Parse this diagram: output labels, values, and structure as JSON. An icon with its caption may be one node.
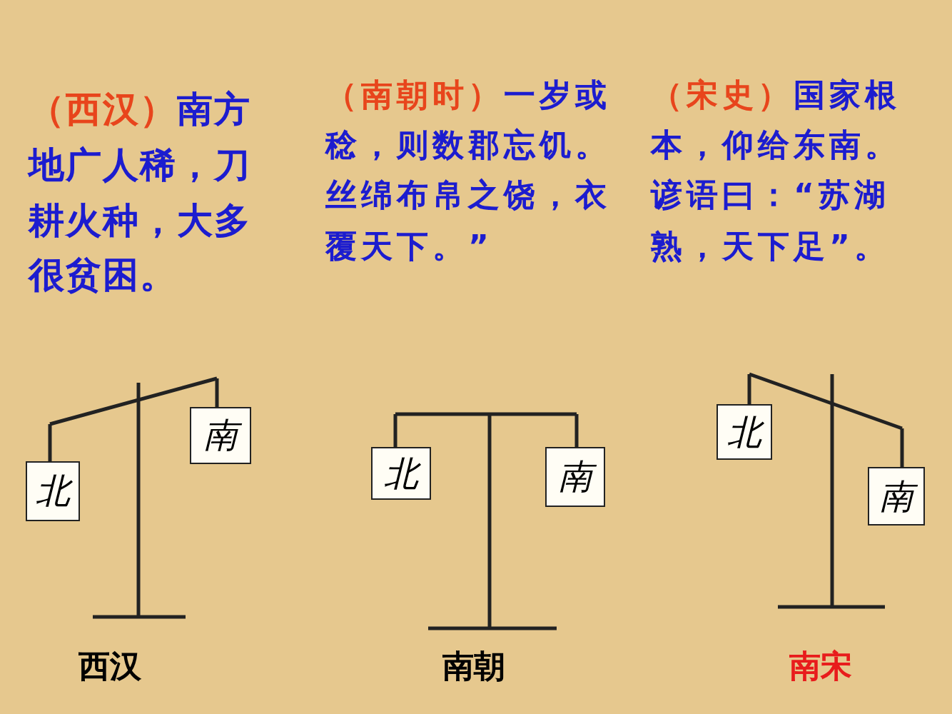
{
  "diagram": {
    "nodes": [
      {
        "text": [
          "北"
        ]
      },
      {
        "text": [
          "南"
        ]
      },
      {
        "text": [
          "北"
        ]
      },
      {
        "text": [
          "南"
        ]
      },
      {
        "text": [
          "北"
        ]
      },
      {
        "text": [
          "南"
        ]
      }
    ],
    "labels": [
      "（西汉）",
      "南方地广人稀，刀耕火种，大多很贫困。",
      "（南朝时）",
      "一岁或稔，则数郡忘饥。丝绵布帛之饶，衣覆天下。”",
      "（宋史）",
      "国家根本，仰给东南。谚语曰：“苏湖熟，天下足”。",
      "西汉",
      "南朝",
      "南宋"
    ]
  }
}
